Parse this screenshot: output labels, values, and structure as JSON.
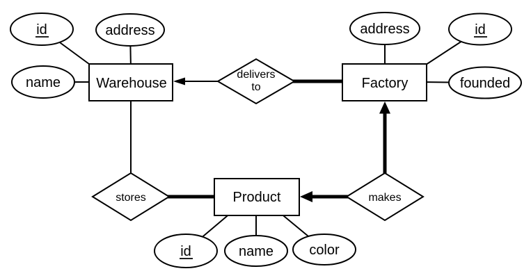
{
  "diagram_type": "entity-relationship",
  "colors": {
    "stroke": "#000000",
    "shape_fill": "#ffffff",
    "background": "#ffffff",
    "text": "#000000"
  },
  "entities": {
    "warehouse": {
      "label": "Warehouse"
    },
    "factory": {
      "label": "Factory"
    },
    "product": {
      "label": "Product"
    }
  },
  "attributes": {
    "warehouse_id": {
      "label": "id",
      "underlined": true
    },
    "warehouse_address": {
      "label": "address",
      "underlined": false
    },
    "warehouse_name": {
      "label": "name",
      "underlined": false
    },
    "factory_address": {
      "label": "address",
      "underlined": false
    },
    "factory_id": {
      "label": "id",
      "underlined": true
    },
    "factory_founded": {
      "label": "founded",
      "underlined": false
    },
    "product_id": {
      "label": "id",
      "underlined": true
    },
    "product_name": {
      "label": "name",
      "underlined": false
    },
    "product_color": {
      "label": "color",
      "underlined": false
    }
  },
  "relationships": {
    "delivers_to": {
      "line1": "delivers",
      "line2": "to"
    },
    "stores": {
      "label": "stores"
    },
    "makes": {
      "label": "makes"
    }
  },
  "connections": [
    {
      "from": "factory",
      "to": "delivers_to",
      "style": "thick",
      "arrow_at": null
    },
    {
      "from": "delivers_to",
      "to": "warehouse",
      "style": "thin",
      "arrow_at": "warehouse"
    },
    {
      "from": "warehouse",
      "to": "stores",
      "style": "thin",
      "arrow_at": null
    },
    {
      "from": "product",
      "to": "stores",
      "style": "thick",
      "arrow_at": null
    },
    {
      "from": "makes",
      "to": "product",
      "style": "thick",
      "arrow_at": "product"
    },
    {
      "from": "makes",
      "to": "factory",
      "style": "thick",
      "arrow_at": "factory"
    }
  ]
}
